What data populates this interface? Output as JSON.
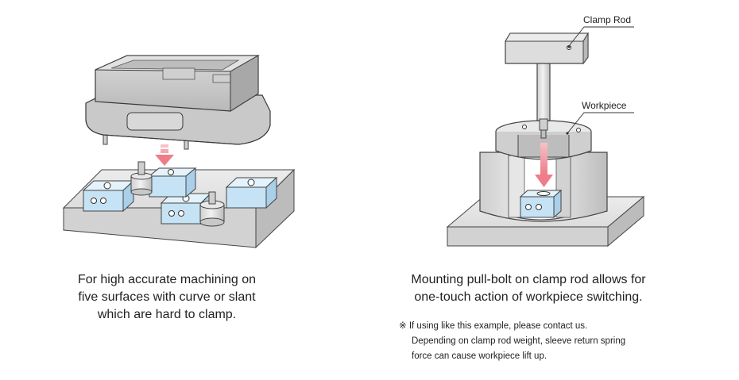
{
  "labels": {
    "clamp_rod": "Clamp Rod",
    "workpiece": "Workpiece"
  },
  "captions": {
    "left": [
      "For high accurate machining on",
      "five surfaces with curve or slant",
      "which are hard to clamp."
    ],
    "right": [
      "Mounting pull-bolt on clamp rod allows for",
      "one-touch action of workpiece switching."
    ]
  },
  "note": {
    "mark": "※",
    "lines": [
      "If using like this example, please contact us.",
      "Depending on clamp rod weight, sleeve return spring",
      "force can cause workpiece lift up."
    ]
  },
  "colors": {
    "part_gray": "#d6d6d6",
    "part_dark": "#9a9a9a",
    "block_blue": "#c5e3f5",
    "arrow_pink": "#f08a94",
    "outline": "#3a3a3a"
  }
}
